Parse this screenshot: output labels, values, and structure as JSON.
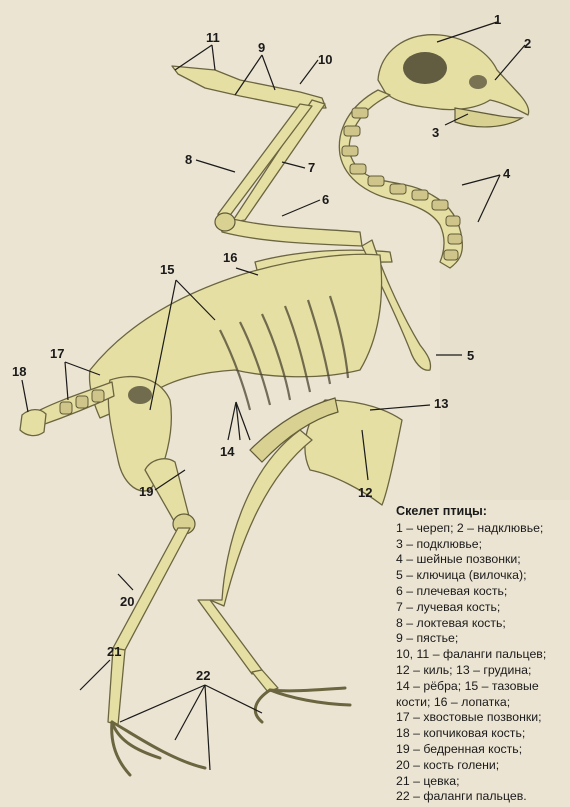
{
  "labels": [
    "1",
    "2",
    "3",
    "4",
    "5",
    "6",
    "7",
    "8",
    "9",
    "10",
    "11",
    "12",
    "13",
    "14",
    "15",
    "16",
    "17",
    "18",
    "19",
    "20",
    "21",
    "22"
  ],
  "legend": {
    "title": "Скелет птицы:",
    "lines": [
      "1 – череп; 2 – надклювье;",
      "3 – подклювье;",
      "4 – шейные позвонки;",
      "5 – ключица (вилочка);",
      "6 – плечевая кость;",
      "7 – лучевая кость;",
      "8 – локтевая кость;",
      "9 – пястье;",
      "10, 11 – фаланги пальцев;",
      "12 – киль; 13 – грудина;",
      "14 – рёбра; 15 – тазовые",
      "кости; 16 – лопатка;",
      "17 – хвостовые позвонки;",
      "18 – копчиковая кость;",
      "19 – бедренная кость;",
      "20 – кость голени;",
      "21 – цевка;",
      "22 – фаланги пальцев."
    ]
  }
}
